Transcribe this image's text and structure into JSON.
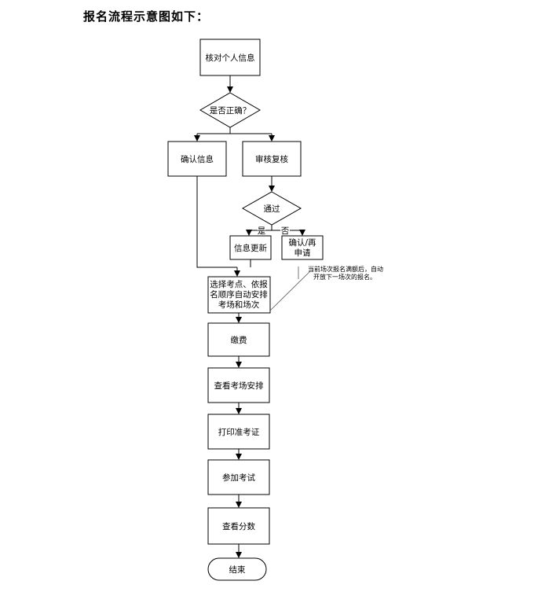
{
  "heading": "报名流程示意图如下：",
  "nodes": {
    "verify": "核对个人信息",
    "correct": "是否正确？",
    "confirm_info": "确认信息",
    "review": "审核复核",
    "pass": "通过",
    "update_info": "信息更新",
    "reapply_line1": "确认/再",
    "reapply_line2": "申请",
    "arrange_line1": "选择考点、依报",
    "arrange_line2": "名顺序自动安排",
    "arrange_line3": "考场和场次",
    "pay": "缴费",
    "view_room": "查看考场安排",
    "print_ticket": "打印准考证",
    "take_exam": "参加考试",
    "view_score": "查看分数",
    "end": "结束"
  },
  "branch_labels": {
    "yes": "是",
    "no": "否"
  },
  "note": {
    "line1": "当前场次报名满额后，自动",
    "line2": "开放下一场次的报名。"
  }
}
